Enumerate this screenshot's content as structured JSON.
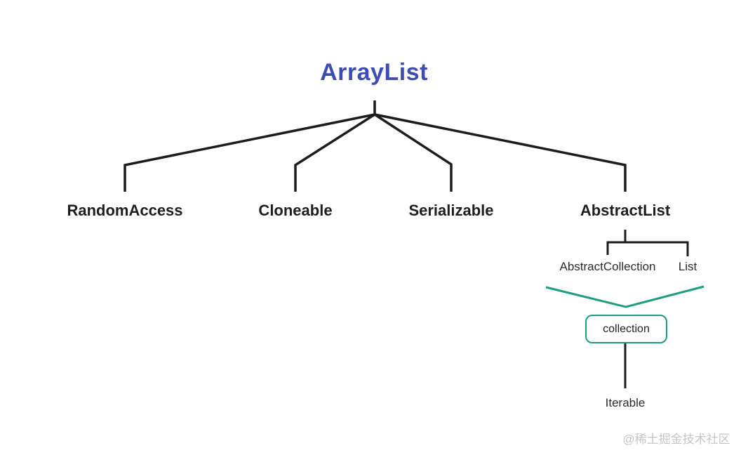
{
  "diagram": {
    "title": "ArrayList",
    "colors": {
      "title": "#3d4db5",
      "line": "#1c1c1e",
      "accent": "#1b9e82",
      "label_text": "#1e1e20",
      "watermark": "#c6c6c6",
      "background": "#ffffff"
    },
    "root_children": [
      {
        "label": "RandomAccess"
      },
      {
        "label": "Cloneable"
      },
      {
        "label": "Serializable"
      },
      {
        "label": "AbstractList"
      }
    ],
    "abstractlist_parents": [
      {
        "label": "AbstractCollection"
      },
      {
        "label": "List"
      }
    ],
    "collection_node": {
      "label": "collection"
    },
    "iterable_node": {
      "label": "Iterable"
    },
    "watermark": "@稀土掘金技术社区"
  }
}
